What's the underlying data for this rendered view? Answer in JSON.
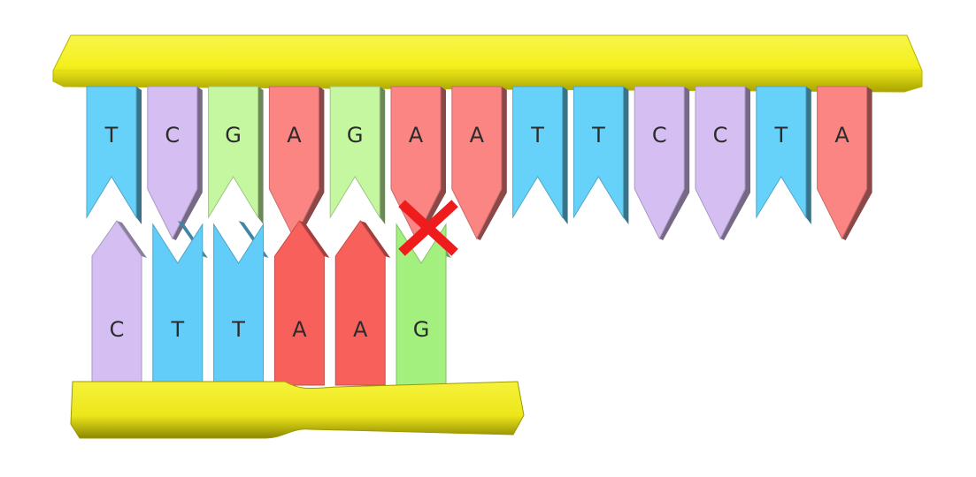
{
  "colors": {
    "T": "#66d1f9",
    "C": "#d5bff2",
    "G": "#c5f7a0",
    "A": "#fb8583",
    "backbone": "#f4f01c",
    "mismatch": "#ee1c1c"
  },
  "top_strand": {
    "bases": [
      "T",
      "C",
      "G",
      "A",
      "G",
      "A",
      "A",
      "T",
      "T",
      "C",
      "C",
      "T",
      "A"
    ]
  },
  "bottom_strand": {
    "bases": [
      "C",
      "T",
      "T",
      "A",
      "A",
      "G"
    ]
  },
  "mismatch": {
    "symbol": "cross-icon",
    "top_index": 5,
    "bottom_index": 5
  }
}
